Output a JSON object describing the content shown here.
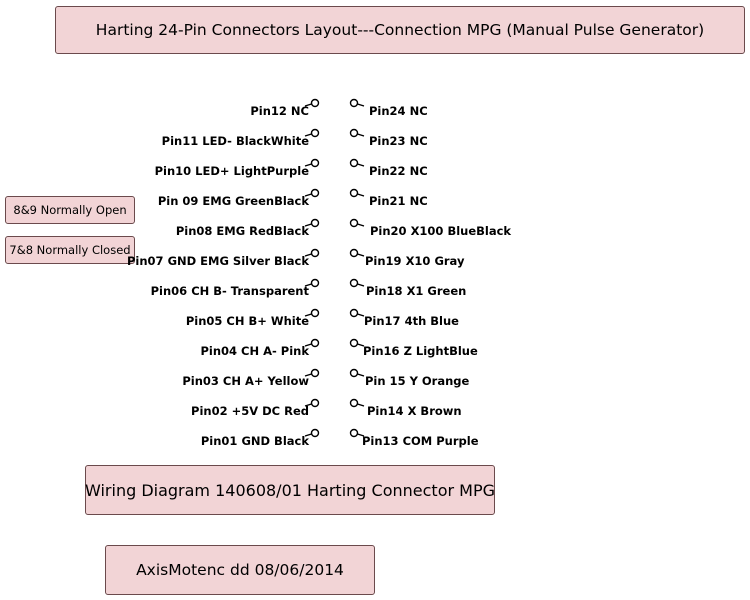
{
  "title": "Harting 24-Pin Connectors Layout---Connection MPG (Manual Pulse Generator)",
  "notes": {
    "normally_open": "8&9 Normally Open",
    "normally_closed": "7&8 Normally Closed"
  },
  "pins": {
    "left": [
      "Pin12 NC",
      "Pin11 LED- BlackWhite",
      "Pin10 LED+ LightPurple",
      "Pin 09 EMG GreenBlack",
      "Pin08 EMG RedBlack",
      "Pin07 GND EMG Silver Black",
      "Pin06 CH B- Transparent",
      "Pin05 CH B+ White",
      "Pin04 CH A- Pink",
      "Pin03 CH A+ Yellow",
      "Pin02 +5V DC Red",
      "Pin01 GND Black"
    ],
    "right": [
      "Pin24 NC",
      "Pin23 NC",
      "Pin22 NC",
      "Pin21 NC",
      "Pin20 X100 BlueBlack",
      "Pin19 X10 Gray",
      "Pin18 X1 Green",
      "Pin17 4th Blue",
      "Pin16 Z LightBlue",
      "Pin 15 Y Orange",
      "Pin14 X Brown",
      "Pin13 COM Purple"
    ]
  },
  "footer": {
    "diagram": "Wiring Diagram 140608/01 Harting Connector MPG",
    "author": "AxisMotenc dd 08/06/2014"
  }
}
